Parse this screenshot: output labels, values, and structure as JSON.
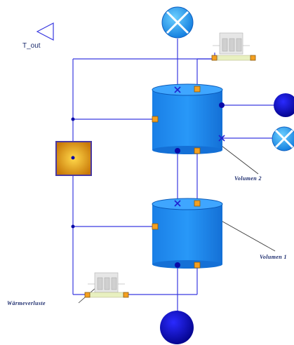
{
  "labels": {
    "t_out": "T_out",
    "volumen2": "Volumen 2",
    "volumen1": "Volumen 1",
    "waermeverluste": "Wärmeverluste"
  },
  "colors": {
    "wire": "#3a3ae0",
    "tank": "#1e8cf0",
    "tank_dark": "#0a5ab8",
    "tank_top": "#3fa6ff",
    "port_fill": "#f4a020",
    "port_stroke": "#8a5a10",
    "connector_blue": "#0a0aa8",
    "source_square_center": "#f4c020",
    "source_square_edge": "#c87808",
    "sensor_fill": "#2aa8ff"
  },
  "icons": {
    "top_sensor": "cross-circle-icon",
    "right_sensor": "cross-circle-icon",
    "right_port": "filled-circle-icon",
    "bottom_port": "filled-circle-icon",
    "t_out": "triangle-outline-icon",
    "heat_source": "gradient-square-icon"
  }
}
